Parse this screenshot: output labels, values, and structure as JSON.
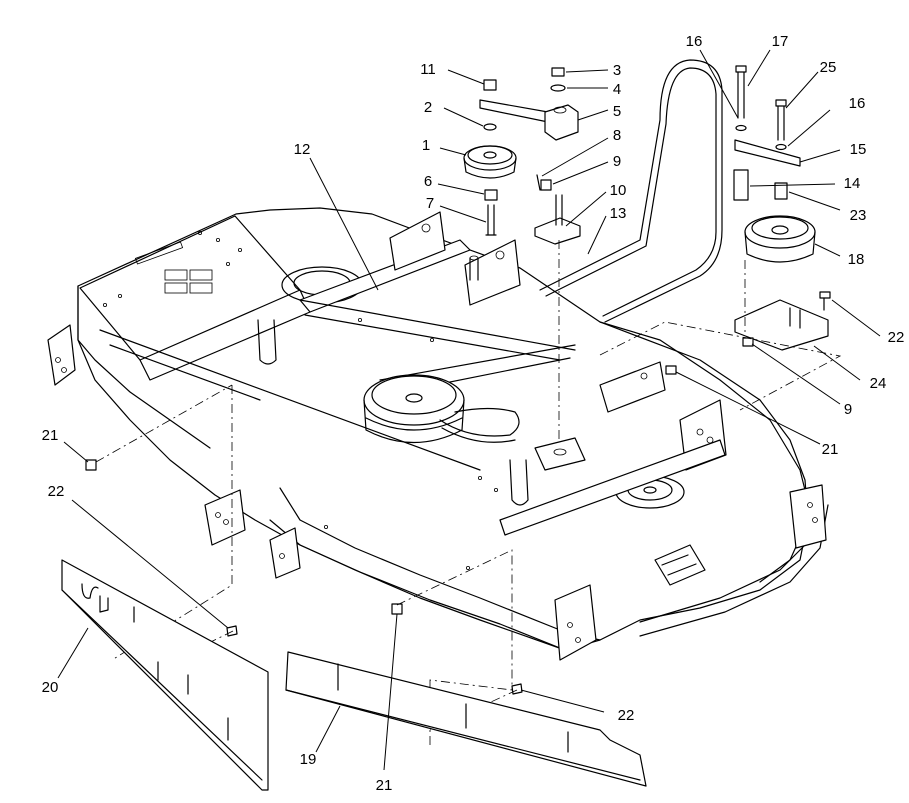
{
  "diagram": {
    "callouts": [
      {
        "id": "c1",
        "label": "1"
      },
      {
        "id": "c2",
        "label": "2"
      },
      {
        "id": "c3",
        "label": "3"
      },
      {
        "id": "c4",
        "label": "4"
      },
      {
        "id": "c5",
        "label": "5"
      },
      {
        "id": "c6",
        "label": "6"
      },
      {
        "id": "c7",
        "label": "7"
      },
      {
        "id": "c8",
        "label": "8"
      },
      {
        "id": "c9a",
        "label": "9"
      },
      {
        "id": "c9b",
        "label": "9"
      },
      {
        "id": "c10",
        "label": "10"
      },
      {
        "id": "c11",
        "label": "11"
      },
      {
        "id": "c12",
        "label": "12"
      },
      {
        "id": "c13",
        "label": "13"
      },
      {
        "id": "c14",
        "label": "14"
      },
      {
        "id": "c15",
        "label": "15"
      },
      {
        "id": "c16a",
        "label": "16"
      },
      {
        "id": "c16b",
        "label": "16"
      },
      {
        "id": "c17",
        "label": "17"
      },
      {
        "id": "c18",
        "label": "18"
      },
      {
        "id": "c19",
        "label": "19"
      },
      {
        "id": "c20",
        "label": "20"
      },
      {
        "id": "c21a",
        "label": "21"
      },
      {
        "id": "c21b",
        "label": "21"
      },
      {
        "id": "c21c",
        "label": "21"
      },
      {
        "id": "c22a",
        "label": "22"
      },
      {
        "id": "c22b",
        "label": "22"
      },
      {
        "id": "c22c",
        "label": "22"
      },
      {
        "id": "c23",
        "label": "23"
      },
      {
        "id": "c24",
        "label": "24"
      },
      {
        "id": "c25",
        "label": "25"
      }
    ]
  }
}
